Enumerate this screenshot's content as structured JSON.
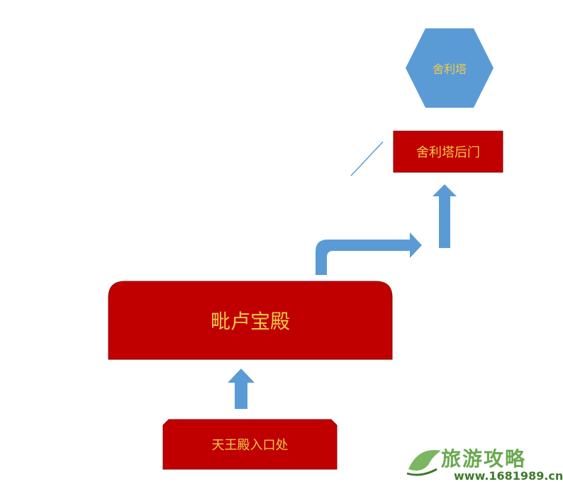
{
  "nodes": {
    "pagoda": "舍利塔",
    "pagoda_back_gate": "舍利塔后门",
    "main_hall": "毗卢宝殿",
    "entrance": "天王殿入口处"
  },
  "watermark": {
    "name": "旅游攻略",
    "url": "www.1681989.cn"
  },
  "colors": {
    "node_fill": "#c00000",
    "hex_fill": "#5b9bd5",
    "arrow": "#5b9bd5",
    "label": "#f2c84b"
  }
}
